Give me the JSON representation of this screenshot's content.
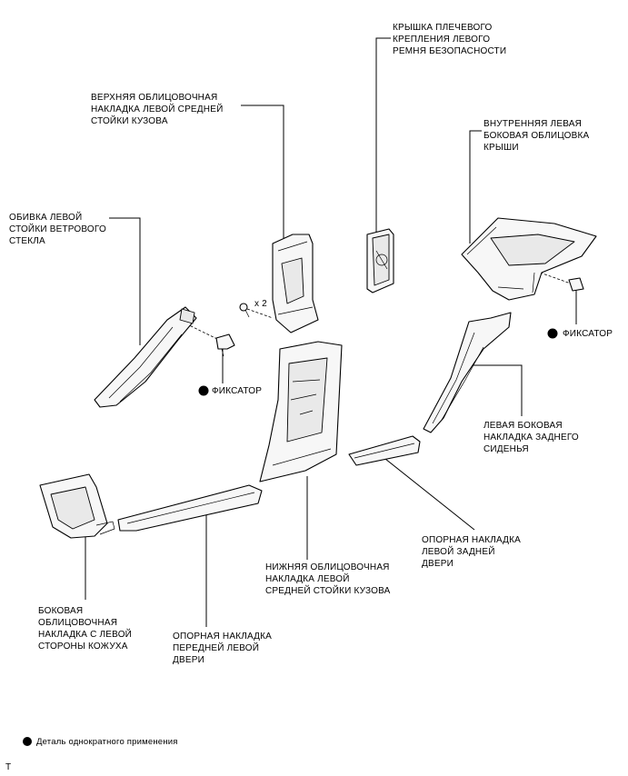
{
  "labels": {
    "belt_cover": "КРЫШКА ПЛЕЧЕВОГО\nКРЕПЛЕНИЯ ЛЕВОГО\nРЕМНЯ БЕЗОПАСНОСТИ",
    "upper_b_pillar": "ВЕРХНЯЯ ОБЛИЦОВОЧНАЯ\nНАКЛАДКА ЛЕВОЙ СРЕДНЕЙ\nСТОЙКИ КУЗОВА",
    "roof_side_trim": "ВНУТРЕННЯЯ ЛЕВАЯ\nБОКОВАЯ ОБЛИЦОВКА\nКРЫШИ",
    "a_pillar_trim": "ОБИВКА ЛЕВОЙ\nСТОЙКИ ВЕТРОВОГО\nСТЕКЛА",
    "quantity": "x 2",
    "clip_right": "ФИКСАТОР",
    "clip_left": "ФИКСАТОР",
    "rear_seat_side": "ЛЕВАЯ БОКОВАЯ\nНАКЛАДКА ЗАДНЕГО\nСИДЕНЬЯ",
    "rear_door_scuff": "ОПОРНАЯ НАКЛАДКА\nЛЕВОЙ ЗАДНЕЙ\nДВЕРИ",
    "lower_b_pillar": "НИЖНЯЯ ОБЛИЦОВОЧНАЯ\nНАКЛАДКА ЛЕВОЙ\nСРЕДНЕЙ СТОЙКИ КУЗОВА",
    "cowl_side_trim": "БОКОВАЯ\nОБЛИЦОВОЧНАЯ\nНАКЛАДКА С ЛЕВОЙ\nСТОРОНЫ КОЖУХА",
    "front_door_scuff": "ОПОРНАЯ НАКЛАДКА\nПЕРЕДНЕЙ ЛЕВОЙ\nДВЕРИ"
  },
  "legend": {
    "text": "Деталь однократного применения"
  },
  "corner_mark": "T"
}
